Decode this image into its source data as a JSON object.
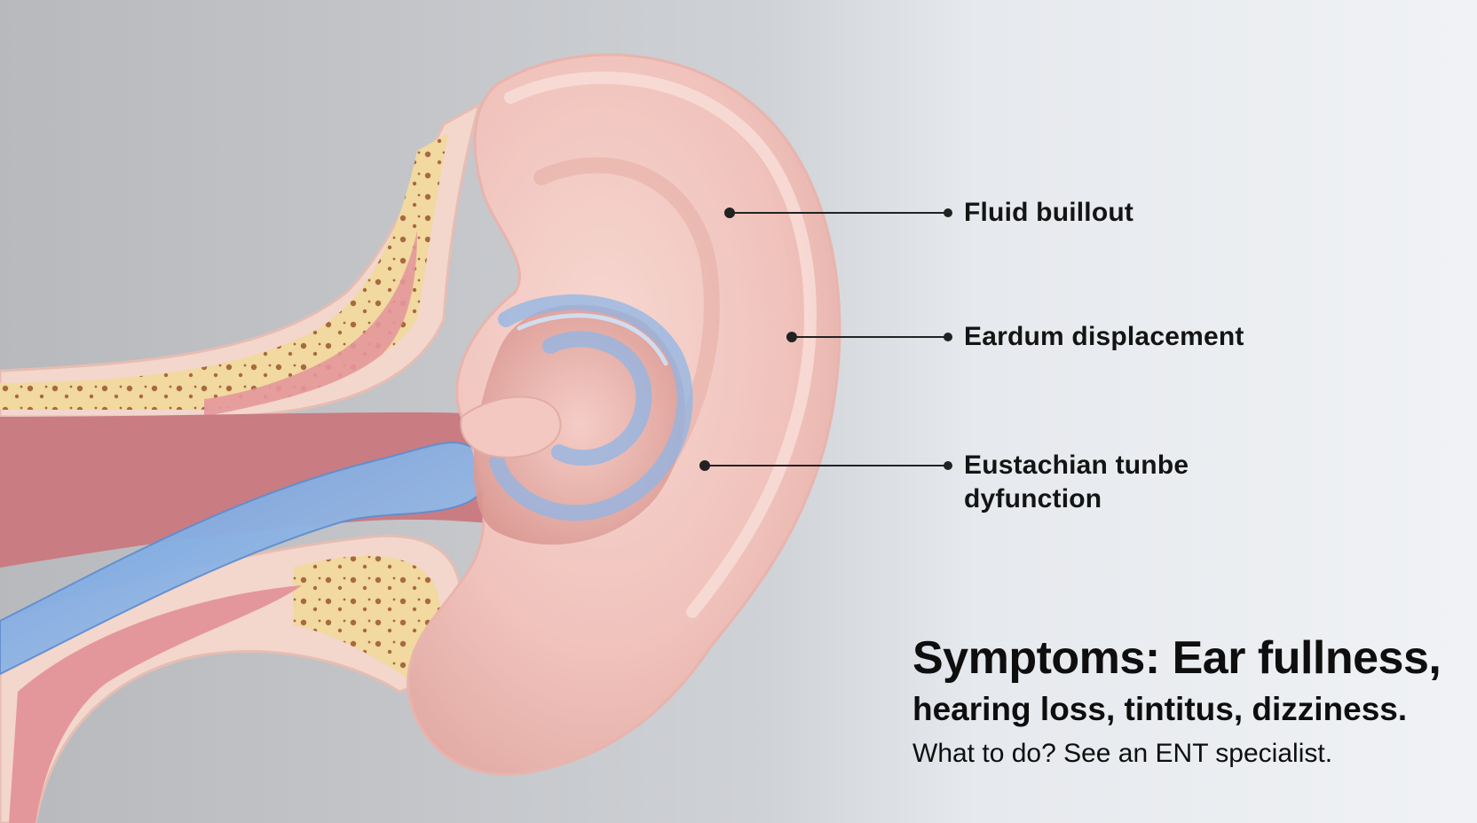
{
  "callouts": [
    {
      "id": "fluid",
      "text": "Fluid buillout"
    },
    {
      "id": "eardrum",
      "text": "Eardum displacement"
    },
    {
      "id": "eustachian",
      "lines": [
        "Eustachian tunbe",
        "dyfunction"
      ]
    }
  ],
  "symptoms": {
    "line1": "Symptoms: Ear fullness,",
    "line2": "hearing loss, tintitus, dizziness.",
    "line3": "What to do? See an ENT specialist."
  },
  "colors": {
    "skin": "#f0c6c0",
    "bone": "#f2dca4",
    "tissue": "#e79a9e",
    "fluid": "#8fb6e6",
    "text": "#141414"
  }
}
